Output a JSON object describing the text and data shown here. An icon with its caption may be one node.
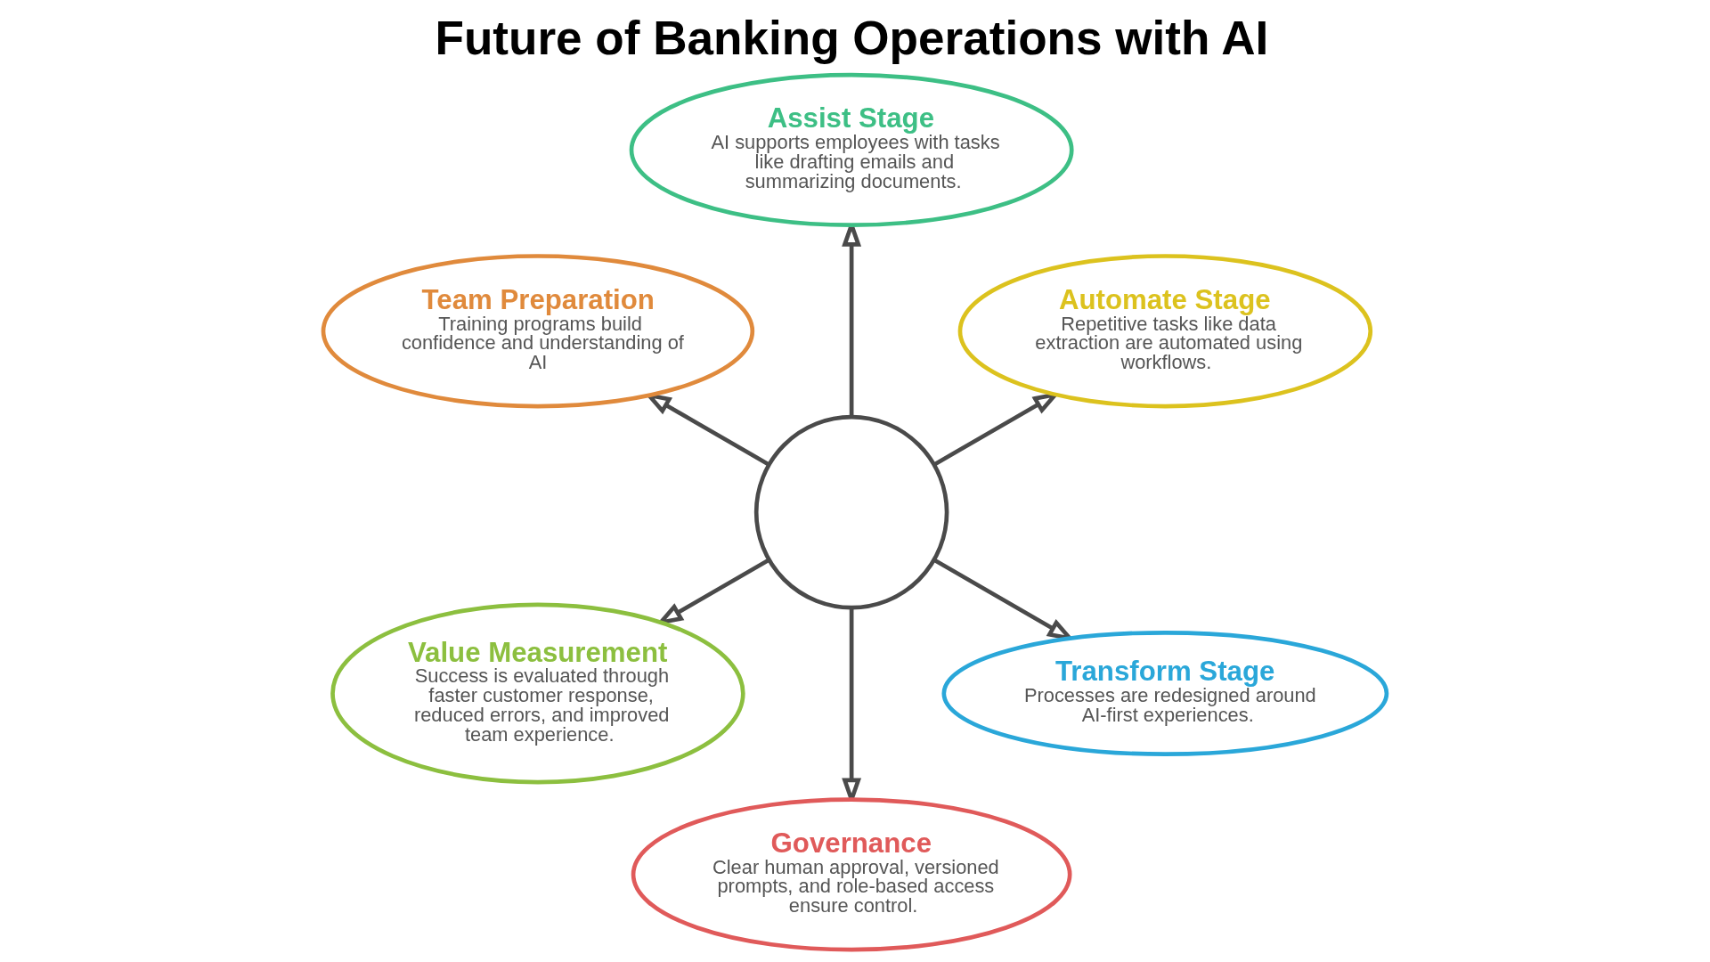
{
  "diagram": {
    "title": "Future of Banking Operations with AI",
    "nodes": [
      {
        "text": [
          "Assist Stage",
          "AI supports employees with tasks like drafting emails and summarizing documents."
        ]
      },
      {
        "text": [
          "Team Preparation",
          "Training programs build confidence and understanding of AI"
        ]
      },
      {
        "text": [
          "Automate Stage",
          "Repetitive tasks like data extraction are automated using workflows."
        ]
      },
      {
        "text": [],
        "shape": "circle"
      },
      {
        "text": [
          "Value Measurement",
          "Success is evaluated through faster customer response, reduced errors, and improved team experience."
        ]
      },
      {
        "text": [
          "Transform Stage",
          "Processes are redesigned around AI-first experiences."
        ]
      },
      {
        "text": [
          "Governance",
          "Clear human approval, versioned prompts, and role-based access ensure control."
        ]
      }
    ],
    "edges": [
      {
        "from": 3,
        "to": 0,
        "arrow": "to"
      },
      {
        "from": 3,
        "to": 2,
        "arrow": "to"
      },
      {
        "from": 3,
        "to": 5,
        "arrow": "to"
      },
      {
        "from": 3,
        "to": 6,
        "arrow": "to"
      },
      {
        "from": 3,
        "to": 4,
        "arrow": "to"
      },
      {
        "from": 3,
        "to": 1,
        "arrow": "to"
      }
    ]
  }
}
